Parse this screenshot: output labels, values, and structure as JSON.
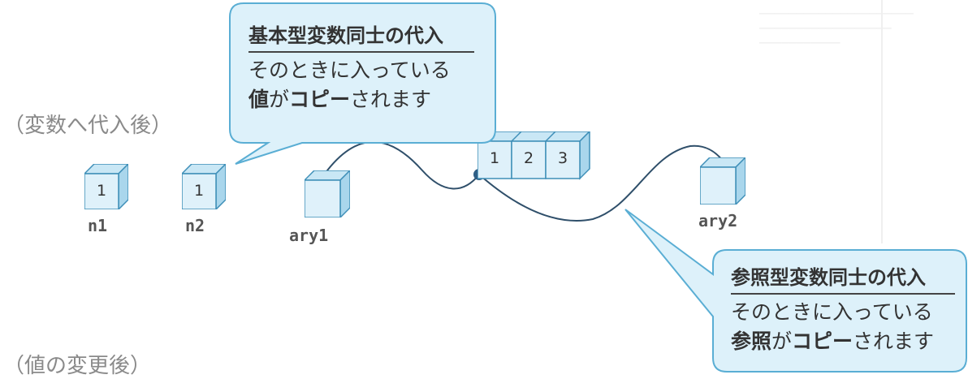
{
  "labels": {
    "after_assign": "（変数へ代入後）",
    "after_change": "（値の変更後）"
  },
  "variables": {
    "n1": {
      "name": "n1",
      "value": "1"
    },
    "n2": {
      "name": "n2",
      "value": "1"
    },
    "ary1": {
      "name": "ary1"
    },
    "ary2": {
      "name": "ary2"
    }
  },
  "array": {
    "values": [
      "1",
      "2",
      "3"
    ]
  },
  "callout_primitive": {
    "title": "基本型変数同士の代入",
    "line1": "そのときに入っている",
    "line2_bold1": "値",
    "line2_mid": "が",
    "line2_bold2": "コピー",
    "line2_end": "されます"
  },
  "callout_reference": {
    "title": "参照型変数同士の代入",
    "line1": "そのときに入っている",
    "line2_bold1": "参照",
    "line2_mid": "が",
    "line2_bold2": "コピー",
    "line2_end": "されます"
  },
  "colors": {
    "cube_front": "#dff1fa",
    "cube_top": "#c9e7f5",
    "cube_side": "#a9d6ec",
    "cube_stroke": "#3f8fb8",
    "callout_fill": "#ddf1fa",
    "callout_stroke": "#5aaed4",
    "wire": "#2f4f6a"
  }
}
